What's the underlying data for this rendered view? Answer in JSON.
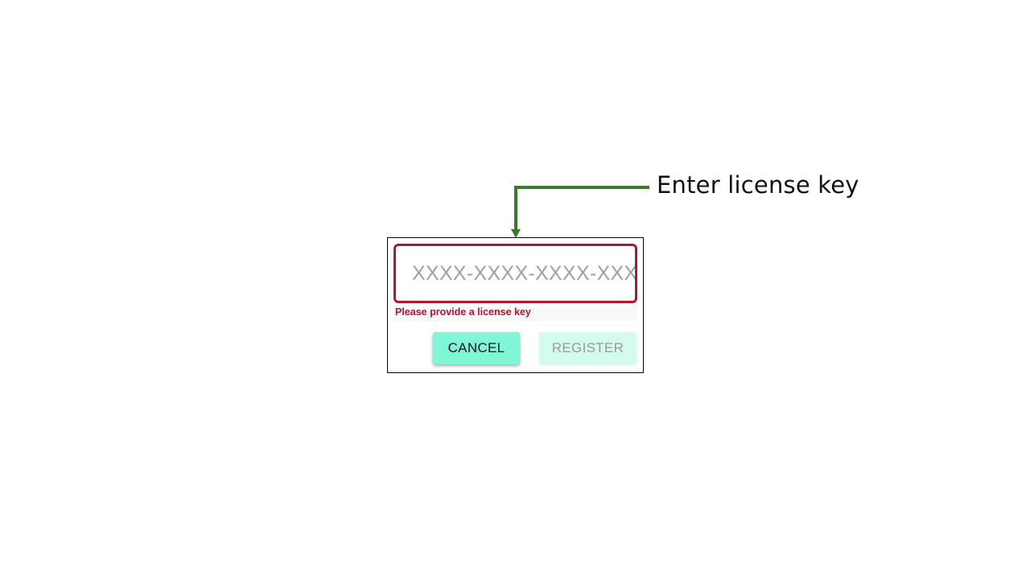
{
  "callout": {
    "label": "Enter license key",
    "line_color": "#3a7a2a"
  },
  "license_form": {
    "key_value": "",
    "key_placeholder": "XXXX-XXXX-XXXX-XXX",
    "error_message": "Please provide a license key",
    "error_color": "#b5152f",
    "cancel_label": "CANCEL",
    "register_label": "REGISTER",
    "register_disabled": true,
    "accent_color": "#7ff7d7"
  }
}
